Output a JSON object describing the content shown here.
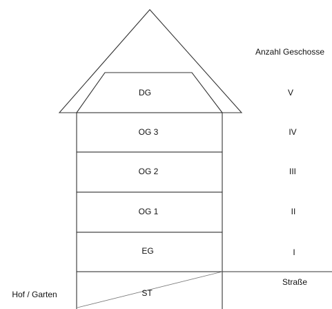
{
  "header_label": "Anzahl Geschosse",
  "floors": [
    {
      "name": "DG",
      "count": "V"
    },
    {
      "name": "OG 3",
      "count": "IV"
    },
    {
      "name": "OG 2",
      "count": "III"
    },
    {
      "name": "OG 1",
      "count": "II"
    },
    {
      "name": "EG",
      "count": "I"
    },
    {
      "name": "ST",
      "count": ""
    }
  ],
  "ground_labels": {
    "street": "Straße",
    "yard": "Hof / Garten"
  }
}
